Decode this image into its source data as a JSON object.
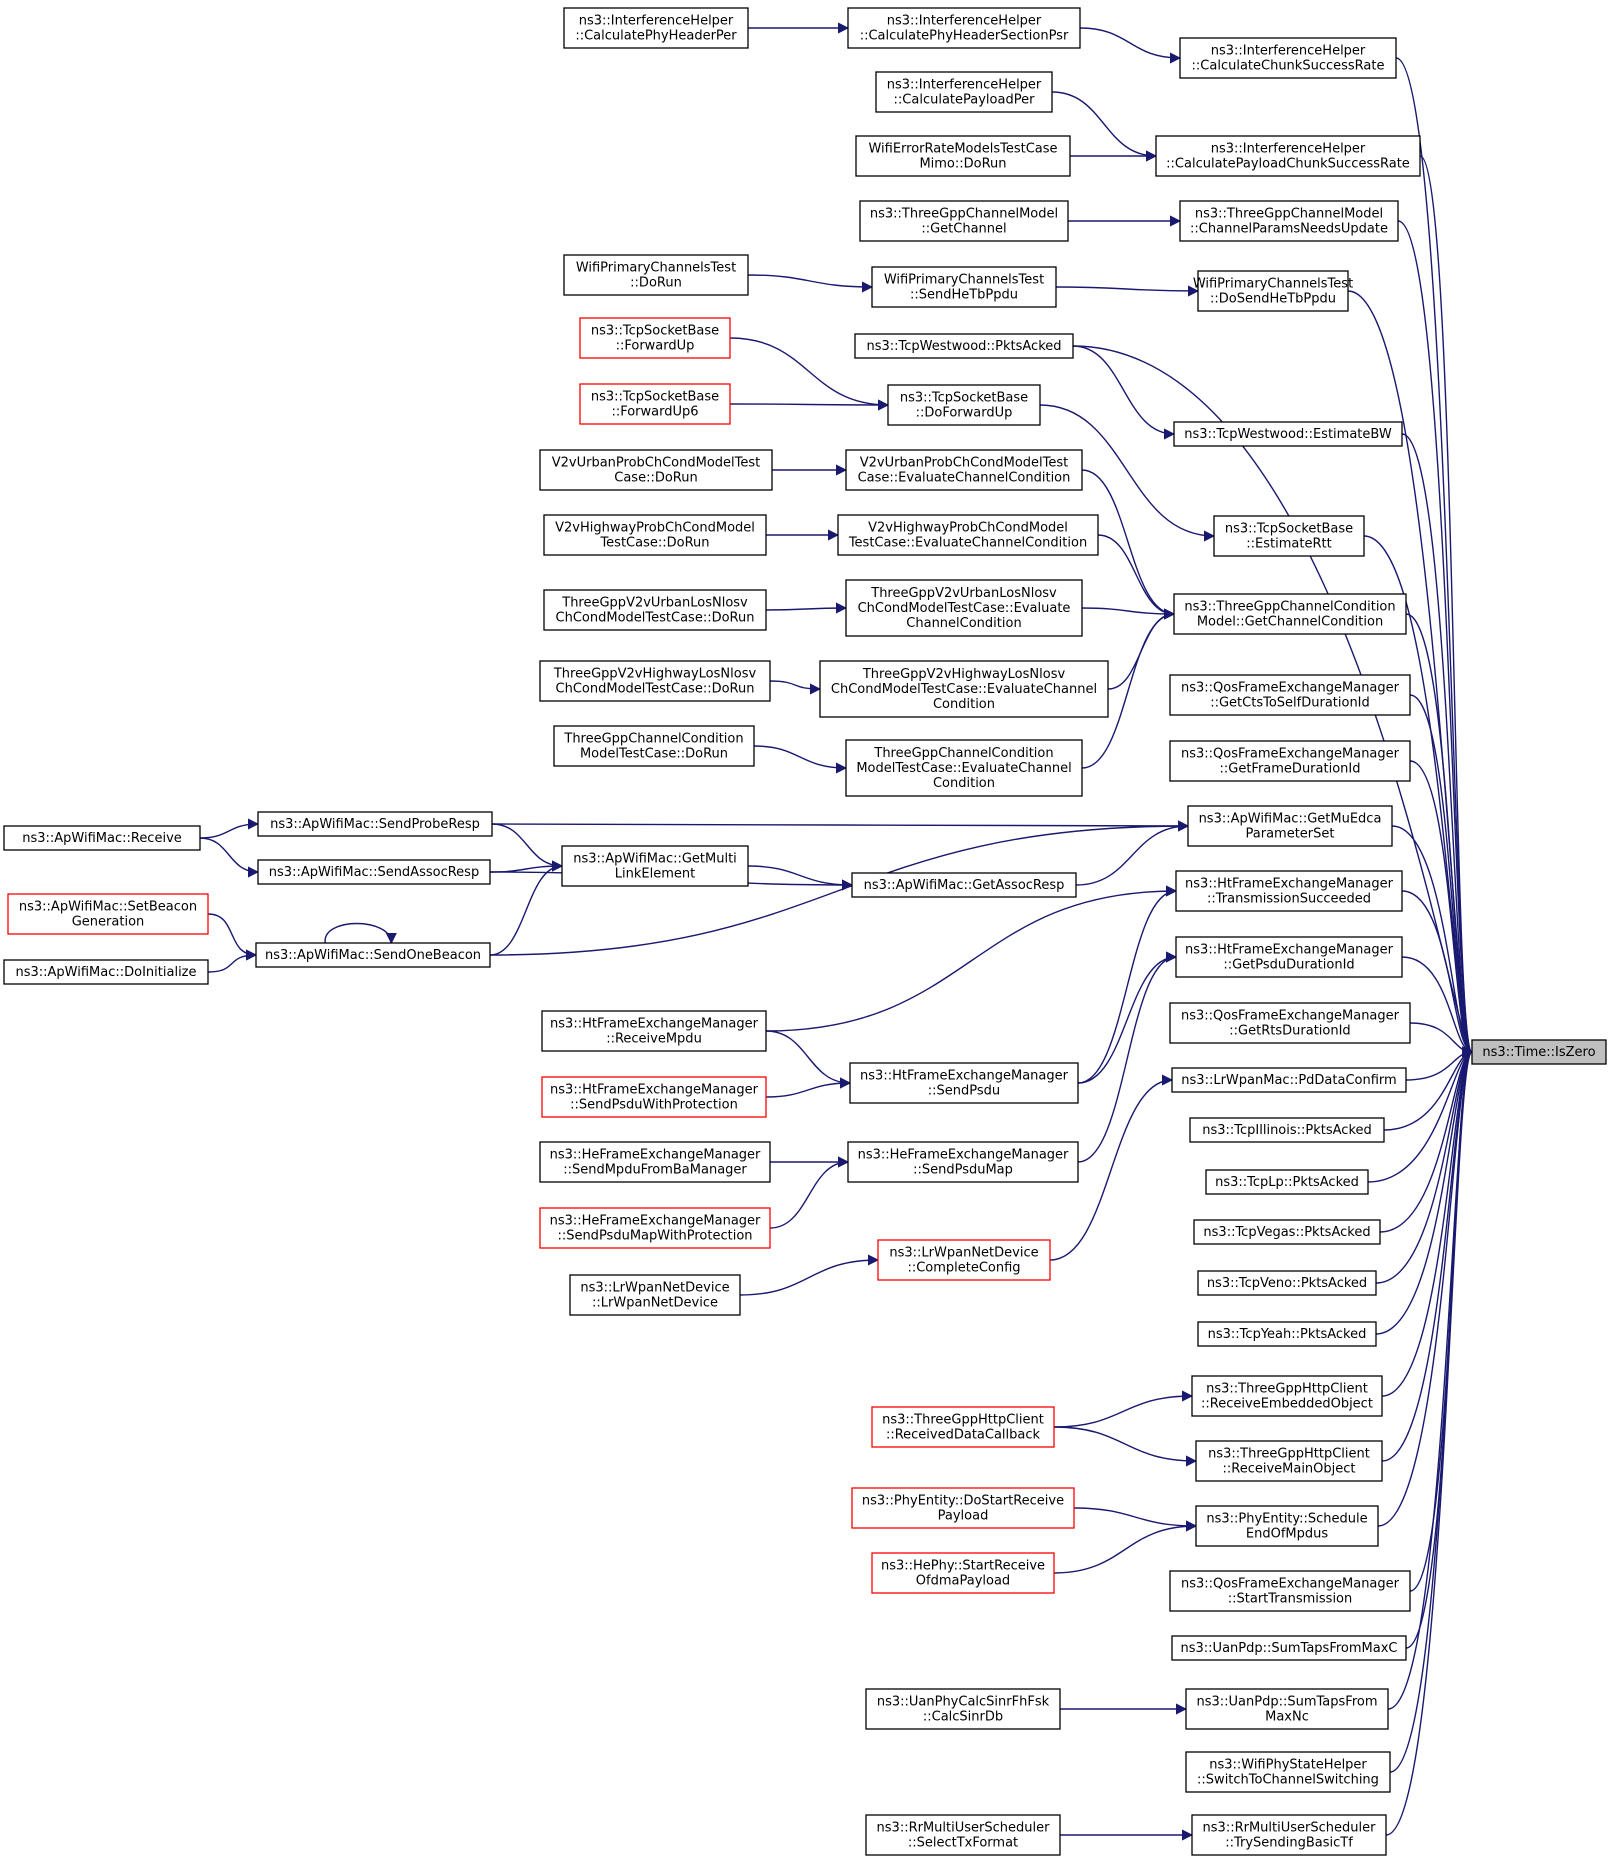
{
  "graph": {
    "edge_color": "#191970",
    "root_fill": "#bfbfbf",
    "truncated_border_color": "#ff0000",
    "nodes": [
      {
        "id": "n0",
        "lines": [
          "ns3::Time::IsZero"
        ],
        "kind": "root"
      },
      {
        "id": "n1",
        "lines": [
          "ns3::InterferenceHelper",
          "::CalculateChunkSuccessRate"
        ],
        "kind": "normal"
      },
      {
        "id": "n2",
        "lines": [
          "ns3::InterferenceHelper",
          "::CalculatePhyHeaderSectionPsr"
        ],
        "kind": "normal"
      },
      {
        "id": "n3",
        "lines": [
          "ns3::InterferenceHelper",
          "::CalculatePhyHeaderPer"
        ],
        "kind": "normal"
      },
      {
        "id": "n4",
        "lines": [
          "ns3::InterferenceHelper",
          "::CalculatePayloadChunkSuccessRate"
        ],
        "kind": "normal"
      },
      {
        "id": "n5",
        "lines": [
          "ns3::InterferenceHelper",
          "::CalculatePayloadPer"
        ],
        "kind": "normal"
      },
      {
        "id": "n6",
        "lines": [
          "WifiErrorRateModelsTestCase",
          "Mimo::DoRun"
        ],
        "kind": "normal"
      },
      {
        "id": "n7",
        "lines": [
          "ns3::ThreeGppChannelModel",
          "::ChannelParamsNeedsUpdate"
        ],
        "kind": "normal"
      },
      {
        "id": "n8",
        "lines": [
          "ns3::ThreeGppChannelModel",
          "::GetChannel"
        ],
        "kind": "normal"
      },
      {
        "id": "n9",
        "lines": [
          "WifiPrimaryChannelsTest",
          "::DoSendHeTbPpdu"
        ],
        "kind": "normal"
      },
      {
        "id": "n10",
        "lines": [
          "WifiPrimaryChannelsTest",
          "::SendHeTbPpdu"
        ],
        "kind": "normal"
      },
      {
        "id": "n11",
        "lines": [
          "WifiPrimaryChannelsTest",
          "::DoRun"
        ],
        "kind": "normal"
      },
      {
        "id": "n12",
        "lines": [
          "ns3::TcpWestwood::EstimateBW"
        ],
        "kind": "normal"
      },
      {
        "id": "n13",
        "lines": [
          "ns3::TcpWestwood::PktsAcked"
        ],
        "kind": "normal"
      },
      {
        "id": "n14",
        "lines": [
          "ns3::TcpSocketBase",
          "::EstimateRtt"
        ],
        "kind": "normal"
      },
      {
        "id": "n15",
        "lines": [
          "ns3::TcpSocketBase",
          "::DoForwardUp"
        ],
        "kind": "normal"
      },
      {
        "id": "n16",
        "lines": [
          "ns3::TcpSocketBase",
          "::ForwardUp"
        ],
        "kind": "truncated"
      },
      {
        "id": "n17",
        "lines": [
          "ns3::TcpSocketBase",
          "::ForwardUp6"
        ],
        "kind": "truncated"
      },
      {
        "id": "n18",
        "lines": [
          "ns3::ThreeGppChannelCondition",
          "Model::GetChannelCondition"
        ],
        "kind": "normal"
      },
      {
        "id": "n19",
        "lines": [
          "V2vUrbanProbChCondModelTest",
          "Case::EvaluateChannelCondition"
        ],
        "kind": "normal"
      },
      {
        "id": "n20",
        "lines": [
          "V2vUrbanProbChCondModelTest",
          "Case::DoRun"
        ],
        "kind": "normal"
      },
      {
        "id": "n21",
        "lines": [
          "V2vHighwayProbChCondModel",
          "TestCase::EvaluateChannelCondition"
        ],
        "kind": "normal"
      },
      {
        "id": "n22",
        "lines": [
          "V2vHighwayProbChCondModel",
          "TestCase::DoRun"
        ],
        "kind": "normal"
      },
      {
        "id": "n23",
        "lines": [
          "ThreeGppV2vUrbanLosNlosv",
          "ChCondModelTestCase::Evaluate",
          "ChannelCondition"
        ],
        "kind": "normal"
      },
      {
        "id": "n24",
        "lines": [
          "ThreeGppV2vUrbanLosNlosv",
          "ChCondModelTestCase::DoRun"
        ],
        "kind": "normal"
      },
      {
        "id": "n25",
        "lines": [
          "ThreeGppV2vHighwayLosNlosv",
          "ChCondModelTestCase::EvaluateChannel",
          "Condition"
        ],
        "kind": "normal"
      },
      {
        "id": "n26",
        "lines": [
          "ThreeGppV2vHighwayLosNlosv",
          "ChCondModelTestCase::DoRun"
        ],
        "kind": "normal"
      },
      {
        "id": "n27",
        "lines": [
          "ThreeGppChannelCondition",
          "ModelTestCase::EvaluateChannel",
          "Condition"
        ],
        "kind": "normal"
      },
      {
        "id": "n28",
        "lines": [
          "ThreeGppChannelCondition",
          "ModelTestCase::DoRun"
        ],
        "kind": "normal"
      },
      {
        "id": "n29",
        "lines": [
          "ns3::QosFrameExchangeManager",
          "::GetCtsToSelfDurationId"
        ],
        "kind": "normal"
      },
      {
        "id": "n30",
        "lines": [
          "ns3::QosFrameExchangeManager",
          "::GetFrameDurationId"
        ],
        "kind": "normal"
      },
      {
        "id": "n31",
        "lines": [
          "ns3::ApWifiMac::GetMuEdca",
          "ParameterSet"
        ],
        "kind": "normal"
      },
      {
        "id": "n32",
        "lines": [
          "ns3::ApWifiMac::SendProbeResp"
        ],
        "kind": "normal"
      },
      {
        "id": "n33",
        "lines": [
          "ns3::ApWifiMac::Receive"
        ],
        "kind": "normal"
      },
      {
        "id": "n34",
        "lines": [
          "ns3::ApWifiMac::GetMulti",
          "LinkElement"
        ],
        "kind": "normal"
      },
      {
        "id": "n35",
        "lines": [
          "ns3::ApWifiMac::SendAssocResp"
        ],
        "kind": "normal"
      },
      {
        "id": "n36",
        "lines": [
          "ns3::ApWifiMac::GetAssocResp"
        ],
        "kind": "normal"
      },
      {
        "id": "n37",
        "lines": [
          "ns3::ApWifiMac::SendOneBeacon"
        ],
        "kind": "normal"
      },
      {
        "id": "n38",
        "lines": [
          "ns3::ApWifiMac::SetBeacon",
          "Generation"
        ],
        "kind": "truncated"
      },
      {
        "id": "n39",
        "lines": [
          "ns3::ApWifiMac::DoInitialize"
        ],
        "kind": "normal"
      },
      {
        "id": "n40",
        "lines": [
          "ns3::HtFrameExchangeManager",
          "::TransmissionSucceeded"
        ],
        "kind": "normal"
      },
      {
        "id": "n41",
        "lines": [
          "ns3::HtFrameExchangeManager",
          "::GetPsduDurationId"
        ],
        "kind": "normal"
      },
      {
        "id": "n42",
        "lines": [
          "ns3::HtFrameExchangeManager",
          "::ReceiveMpdu"
        ],
        "kind": "normal"
      },
      {
        "id": "n43",
        "lines": [
          "ns3::HtFrameExchangeManager",
          "::SendPsdu"
        ],
        "kind": "normal"
      },
      {
        "id": "n44",
        "lines": [
          "ns3::HtFrameExchangeManager",
          "::SendPsduWithProtection"
        ],
        "kind": "truncated"
      },
      {
        "id": "n45",
        "lines": [
          "ns3::QosFrameExchangeManager",
          "::GetRtsDurationId"
        ],
        "kind": "normal"
      },
      {
        "id": "n46",
        "lines": [
          "ns3::HeFrameExchangeManager",
          "::SendPsduMap"
        ],
        "kind": "normal"
      },
      {
        "id": "n47",
        "lines": [
          "ns3::HeFrameExchangeManager",
          "::SendMpduFromBaManager"
        ],
        "kind": "normal"
      },
      {
        "id": "n48",
        "lines": [
          "ns3::HeFrameExchangeManager",
          "::SendPsduMapWithProtection"
        ],
        "kind": "truncated"
      },
      {
        "id": "n49",
        "lines": [
          "ns3::LrWpanMac::PdDataConfirm"
        ],
        "kind": "normal"
      },
      {
        "id": "n50",
        "lines": [
          "ns3::LrWpanNetDevice",
          "::CompleteConfig"
        ],
        "kind": "truncated"
      },
      {
        "id": "n51",
        "lines": [
          "ns3::LrWpanNetDevice",
          "::LrWpanNetDevice"
        ],
        "kind": "normal"
      },
      {
        "id": "n52",
        "lines": [
          "ns3::TcpIllinois::PktsAcked"
        ],
        "kind": "normal"
      },
      {
        "id": "n53",
        "lines": [
          "ns3::TcpLp::PktsAcked"
        ],
        "kind": "normal"
      },
      {
        "id": "n54",
        "lines": [
          "ns3::TcpVegas::PktsAcked"
        ],
        "kind": "normal"
      },
      {
        "id": "n55",
        "lines": [
          "ns3::TcpVeno::PktsAcked"
        ],
        "kind": "normal"
      },
      {
        "id": "n56",
        "lines": [
          "ns3::TcpYeah::PktsAcked"
        ],
        "kind": "normal"
      },
      {
        "id": "n57",
        "lines": [
          "ns3::ThreeGppHttpClient",
          "::ReceiveEmbeddedObject"
        ],
        "kind": "normal"
      },
      {
        "id": "n58",
        "lines": [
          "ns3::ThreeGppHttpClient",
          "::ReceivedDataCallback"
        ],
        "kind": "truncated"
      },
      {
        "id": "n59",
        "lines": [
          "ns3::ThreeGppHttpClient",
          "::ReceiveMainObject"
        ],
        "kind": "normal"
      },
      {
        "id": "n60",
        "lines": [
          "ns3::PhyEntity::Schedule",
          "EndOfMpdus"
        ],
        "kind": "normal"
      },
      {
        "id": "n61",
        "lines": [
          "ns3::PhyEntity::DoStartReceive",
          "Payload"
        ],
        "kind": "truncated"
      },
      {
        "id": "n62",
        "lines": [
          "ns3::HePhy::StartReceive",
          "OfdmaPayload"
        ],
        "kind": "truncated"
      },
      {
        "id": "n63",
        "lines": [
          "ns3::QosFrameExchangeManager",
          "::StartTransmission"
        ],
        "kind": "normal"
      },
      {
        "id": "n64",
        "lines": [
          "ns3::UanPdp::SumTapsFromMaxC"
        ],
        "kind": "normal"
      },
      {
        "id": "n65",
        "lines": [
          "ns3::UanPdp::SumTapsFrom",
          "MaxNc"
        ],
        "kind": "normal"
      },
      {
        "id": "n66",
        "lines": [
          "ns3::UanPhyCalcSinrFhFsk",
          "::CalcSinrDb"
        ],
        "kind": "normal"
      },
      {
        "id": "n67",
        "lines": [
          "ns3::WifiPhyStateHelper",
          "::SwitchToChannelSwitching"
        ],
        "kind": "normal"
      },
      {
        "id": "n68",
        "lines": [
          "ns3::RrMultiUserScheduler",
          "::TrySendingBasicTf"
        ],
        "kind": "normal"
      },
      {
        "id": "n69",
        "lines": [
          "ns3::RrMultiUserScheduler",
          "::SelectTxFormat"
        ],
        "kind": "normal"
      }
    ]
  }
}
